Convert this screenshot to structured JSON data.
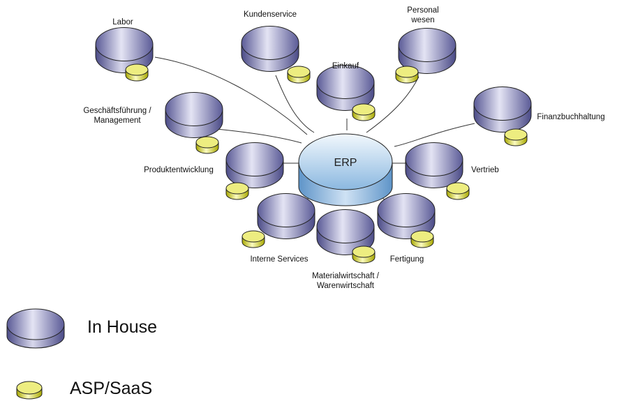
{
  "center": {
    "label": "ERP"
  },
  "nodes": [
    {
      "id": "labor",
      "label_lines": [
        "Labor"
      ],
      "asp": true
    },
    {
      "id": "kundenservice",
      "label_lines": [
        "Kundenservice"
      ],
      "asp": true
    },
    {
      "id": "personalwesen",
      "label_lines": [
        "Personal",
        "wesen"
      ],
      "asp": true
    },
    {
      "id": "einkauf",
      "label_lines": [
        "Einkauf"
      ],
      "asp": true
    },
    {
      "id": "geschaeftsfuehrung",
      "label_lines": [
        "Geschäftsführung /",
        "Management"
      ],
      "asp": true
    },
    {
      "id": "finanzbuchhaltung",
      "label_lines": [
        "Finanzbuchhaltung"
      ],
      "asp": true
    },
    {
      "id": "produktentwicklung",
      "label_lines": [
        "Produktentwicklung"
      ],
      "asp": true
    },
    {
      "id": "vertrieb",
      "label_lines": [
        "Vertrieb"
      ],
      "asp": true
    },
    {
      "id": "interne-services",
      "label_lines": [
        "Interne Services"
      ],
      "asp": true
    },
    {
      "id": "materialwirtschaft",
      "label_lines": [
        "Materialwirtschaft /",
        "Warenwirtschaft"
      ],
      "asp": true
    },
    {
      "id": "fertigung",
      "label_lines": [
        "Fertigung"
      ],
      "asp": true
    }
  ],
  "legend": [
    {
      "id": "in-house",
      "label": "In House"
    },
    {
      "id": "asp-saas",
      "label": "ASP/SaaS"
    }
  ],
  "colors": {
    "in_house_light": "#d8d8ec",
    "in_house_dark": "#4a4a86",
    "asp_light": "#fbfbc0",
    "asp_dark": "#a8a800",
    "erp_light": "#eaf4fc",
    "erp_dark": "#6fa4d6",
    "outline": "#222222",
    "line": "#333333"
  }
}
